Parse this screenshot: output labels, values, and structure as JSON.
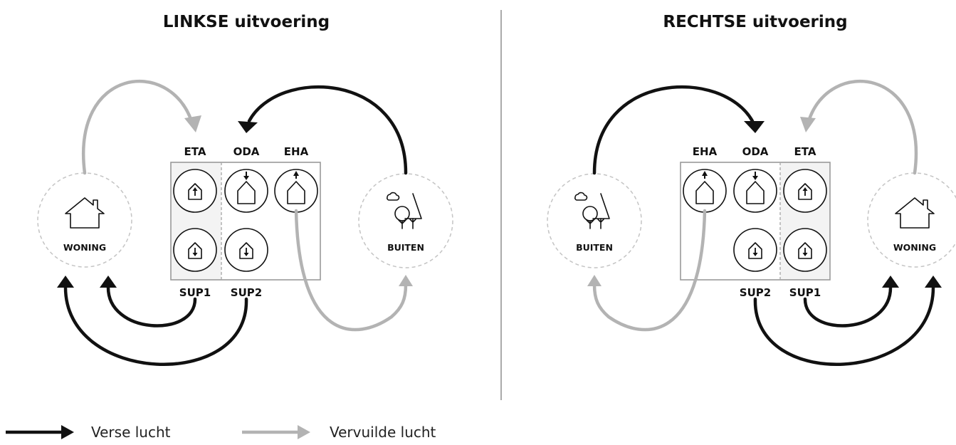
{
  "left": {
    "title": "LINKSE uitvoering",
    "ports_top": [
      "ETA",
      "ODA",
      "EHA"
    ],
    "ports_bottom": [
      "SUP1",
      "SUP2"
    ],
    "node_left": "WONING",
    "node_right": "BUITEN"
  },
  "right": {
    "title": "RECHTSE uitvoering",
    "ports_top": [
      "EHA",
      "ODA",
      "ETA"
    ],
    "ports_bottom": [
      "SUP2",
      "SUP1"
    ],
    "node_left": "BUITEN",
    "node_right": "WONING"
  },
  "legend": {
    "fresh_label": "Verse lucht",
    "stale_label": "Vervuilde lucht"
  },
  "colors": {
    "fresh": "#111111",
    "stale": "#b3b3b3",
    "divider": "#aaaaaa",
    "shaded": "#f3f3f3"
  }
}
